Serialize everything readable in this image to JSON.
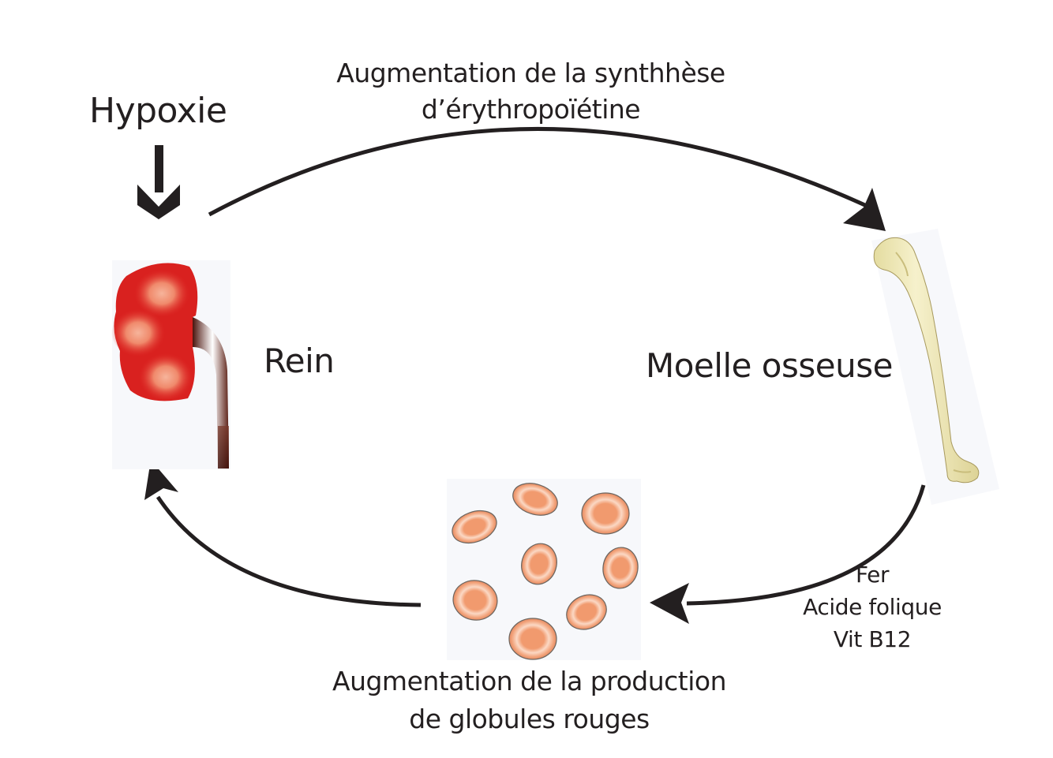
{
  "diagram": {
    "title_top_line1": "Augmentation de la synthhèse",
    "title_top_line2": "d’érythropoïétine",
    "stimulus": "Hypoxie",
    "node_kidney": "Rein",
    "node_bone_marrow": "Moelle osseuse",
    "nutrients": [
      "Fer",
      "Acide folique",
      "Vit B12"
    ],
    "bottom_line1": "Augmentation de la production",
    "bottom_line2": "de globules rouges",
    "icons": {
      "stimulus_arrow": "down-arrow-icon",
      "kidney": "kidney-illustration",
      "bone": "bone-illustration",
      "cells": "red-blood-cells-illustration"
    },
    "colors": {
      "text": "#231f20",
      "arrow": "#231f20",
      "kidney_red": "#d7191c",
      "kidney_highlight": "#f4a58a",
      "ureter": "#5a1e14",
      "bone": "#f2ecc0",
      "cell_fill": "#f19a6e",
      "cell_ring": "#fbd8c4",
      "panel_bg": "#f7f8fb"
    },
    "edges": [
      {
        "from": "Rein",
        "to": "Moelle osseuse",
        "label": "Augmentation de la synthhèse d’érythropoïétine"
      },
      {
        "from": "Moelle osseuse",
        "to": "globules rouges",
        "label": "Fer, Acide folique, Vit B12"
      },
      {
        "from": "globules rouges",
        "to": "Rein",
        "label": ""
      }
    ]
  }
}
